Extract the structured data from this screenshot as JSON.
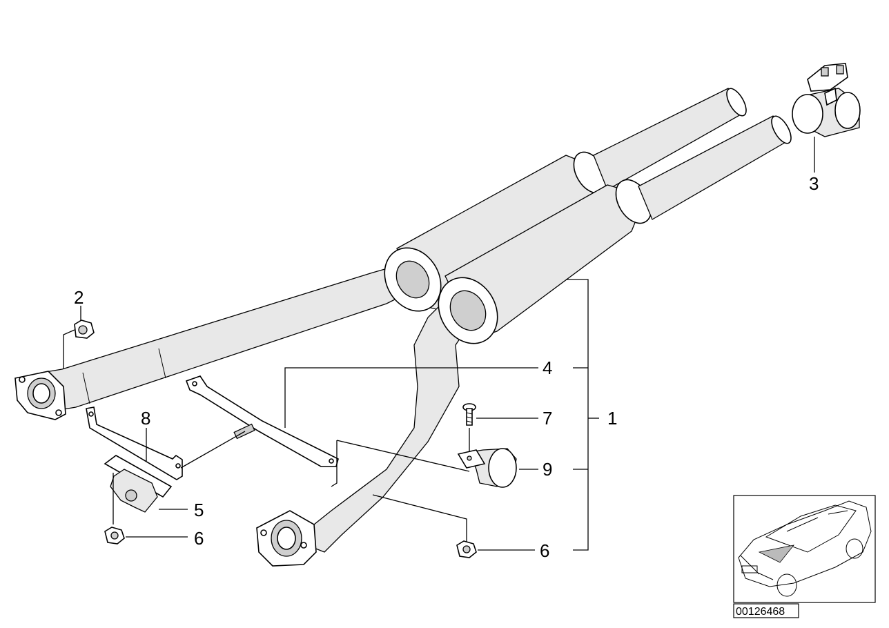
{
  "callouts": {
    "c1": "1",
    "c2": "2",
    "c3": "3",
    "c4": "4",
    "c5": "5",
    "c6a": "6",
    "c6b": "6",
    "c7": "7",
    "c8": "8",
    "c9": "9"
  },
  "reference_number": "00126468"
}
